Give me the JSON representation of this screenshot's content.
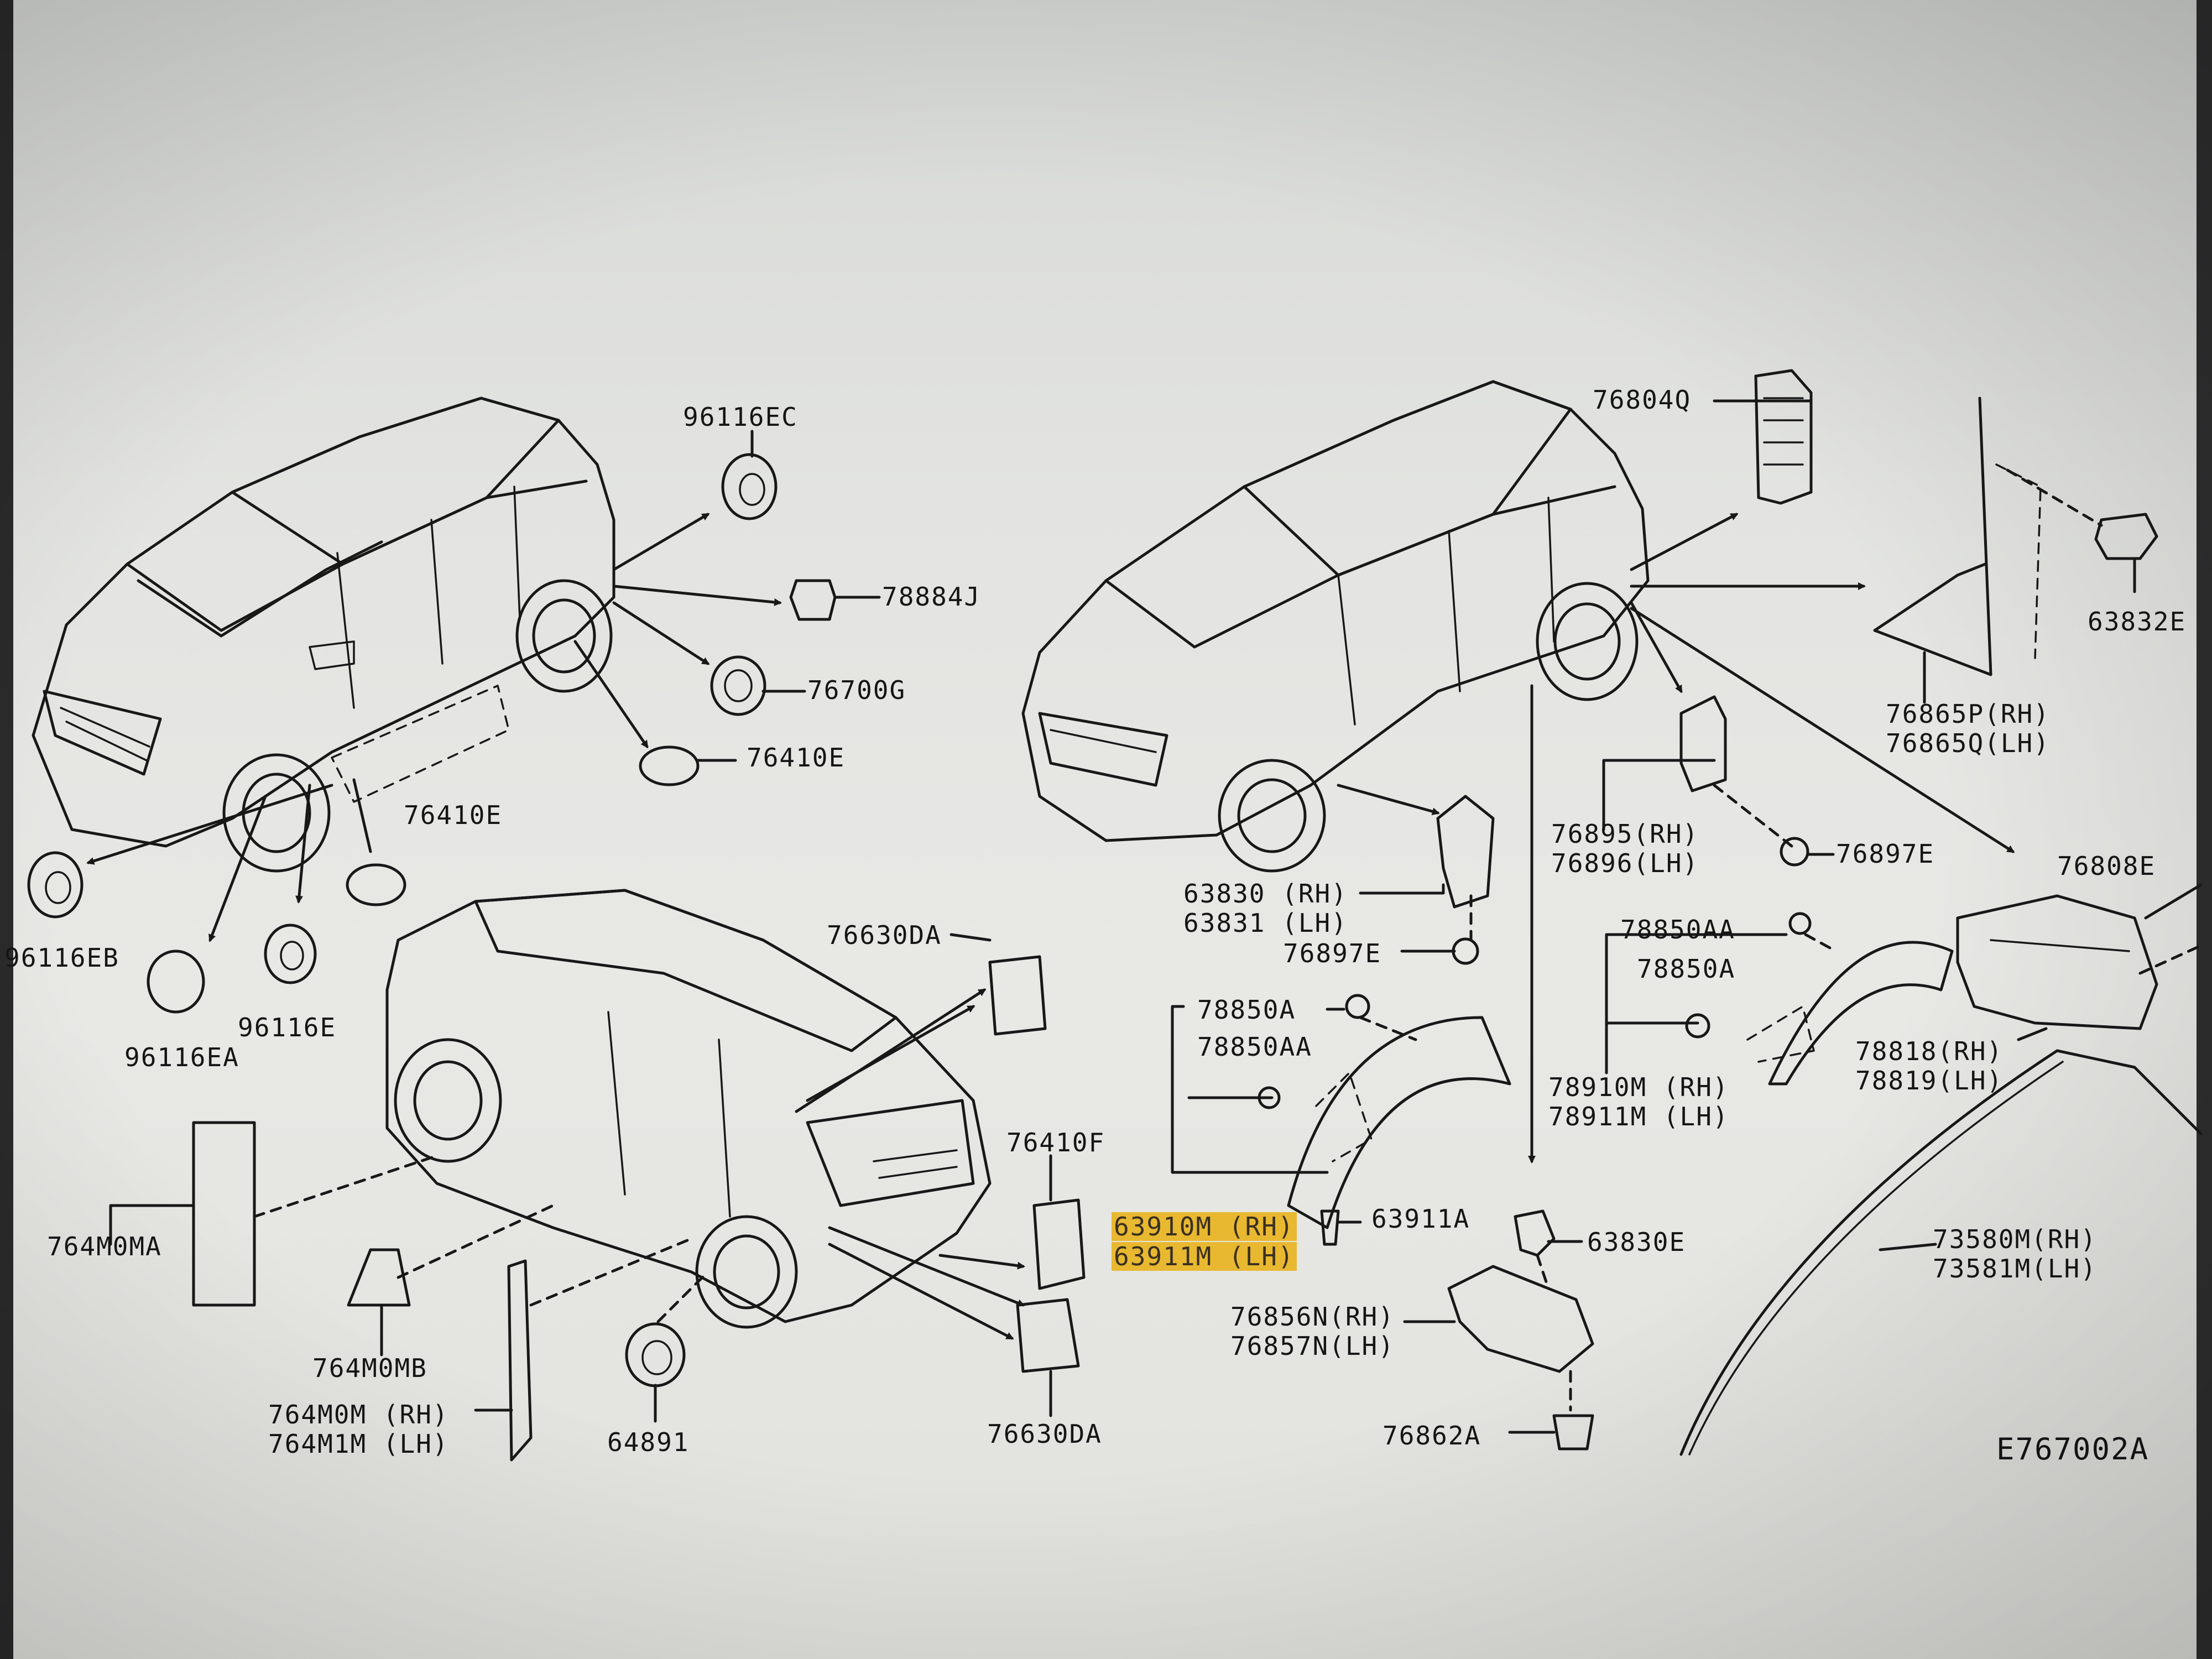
{
  "diagram_code": "E767002A",
  "labels": {
    "l96116ec": "96116EC",
    "l78884j": "78884J",
    "l76700g": "76700G",
    "l76410e_a": "76410E",
    "l76410e_b": "76410E",
    "l96116eb": "96116EB",
    "l96116ea": "96116EA",
    "l96116e": "96116E",
    "l76804q": "76804Q",
    "l63832e": "63832E",
    "l76865p": "76865P(RH)",
    "l76865q": "76865Q(LH)",
    "l76895": "76895(RH)",
    "l76896": "76896(LH)",
    "l76897e_a": "76897E",
    "l76808e": "76808E",
    "l63830": "63830 (RH)",
    "l63831": "63831 (LH)",
    "l76897e_b": "76897E",
    "l78850aa_a": "78850AA",
    "l78850a_a": "78850A",
    "l78910m": "78910M (RH)",
    "l78911m": "78911M (LH)",
    "l78818": "78818(RH)",
    "l78819": "78819(LH)",
    "l76630da_a": "76630DA",
    "l78850a_b": "78850A",
    "l78850aa_b": "78850AA",
    "l76410f": "76410F",
    "l63910m": "63910M (RH)",
    "l63911m": "63911M (LH)",
    "l63911a": "63911A",
    "l63830e": "63830E",
    "l73580m": "73580M(RH)",
    "l73581m": "73581M(LH)",
    "l764m0ma": "764M0MA",
    "l764m0mb": "764M0MB",
    "l764m0m": "764M0M (RH)",
    "l764m1m": "764M1M (LH)",
    "l64891": "64891",
    "l76630da_b": "76630DA",
    "l76856n": "76856N(RH)",
    "l76857n": "76857N(LH)",
    "l76862a": "76862A"
  },
  "highlight_color": "#e8b830"
}
